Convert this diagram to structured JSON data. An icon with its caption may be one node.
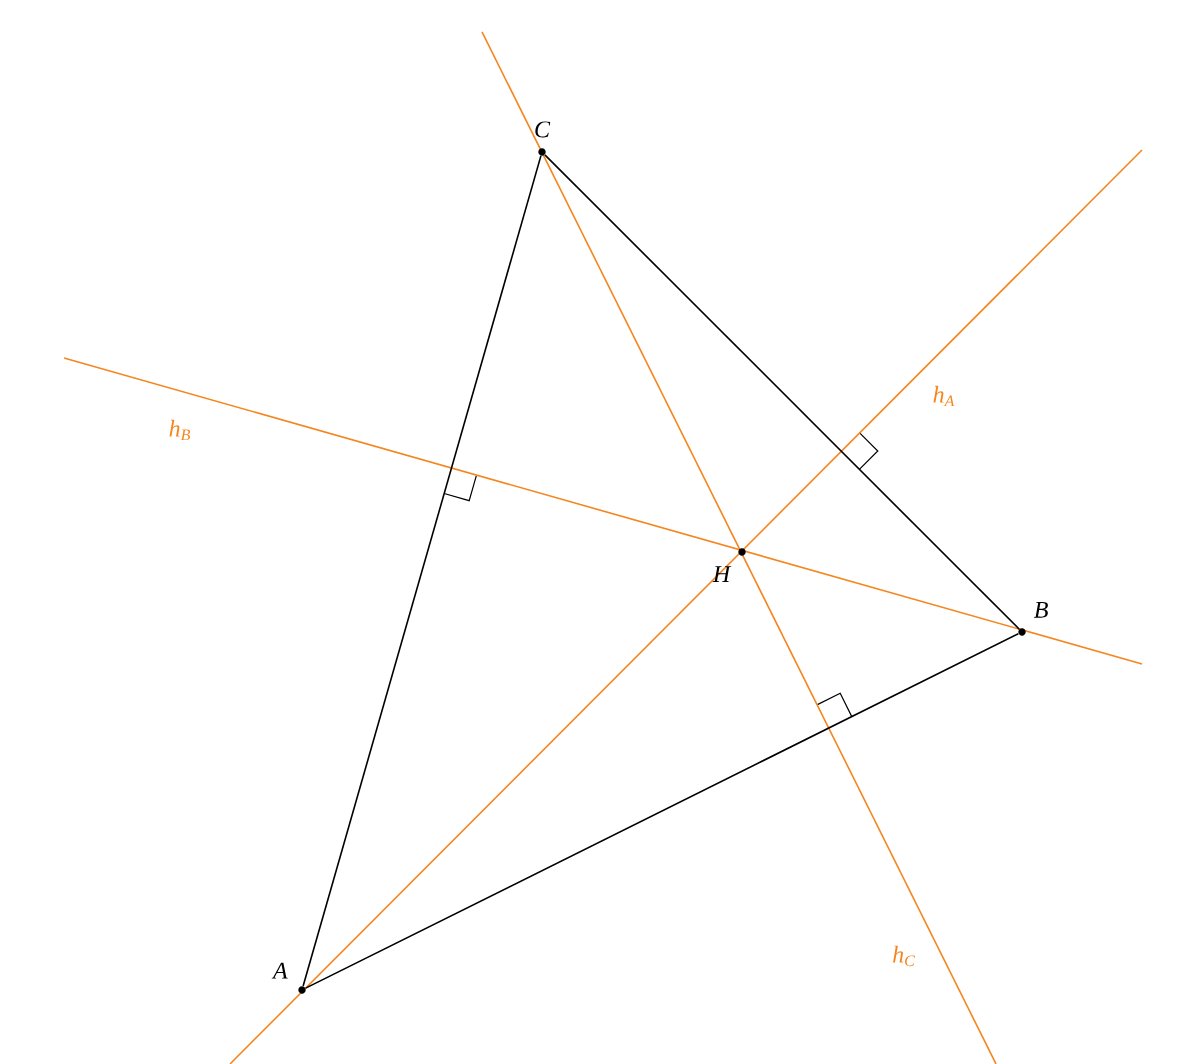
{
  "diagram": {
    "nodes": [
      {
        "text": [
          "A"
        ]
      },
      {
        "text": [
          "B"
        ]
      },
      {
        "text": [
          "C"
        ]
      },
      {
        "text": [
          "H"
        ]
      }
    ],
    "edges": [
      {
        "from": 0,
        "to": 1,
        "arrow": "none"
      },
      {
        "from": 1,
        "to": 2,
        "arrow": "none"
      },
      {
        "from": 2,
        "to": 0,
        "arrow": "none"
      }
    ],
    "labels": [
      "h$_{A}$",
      "h$_{B}$",
      "h$_{C}$"
    ]
  }
}
